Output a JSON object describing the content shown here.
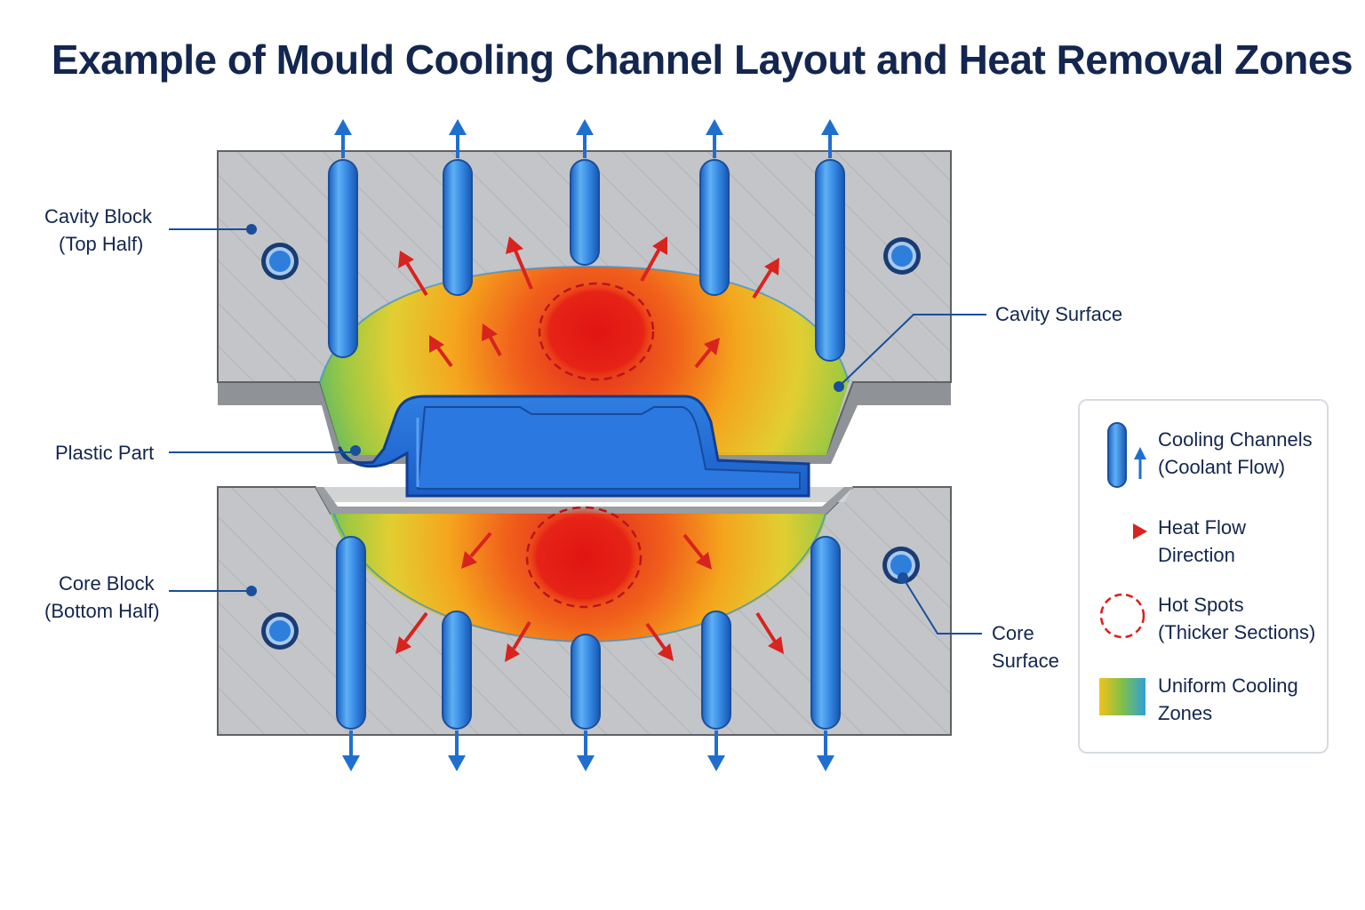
{
  "title": "Example of Mould Cooling Channel Layout and Heat Removal Zones",
  "labels": {
    "cavity_block_line1": "Cavity Block",
    "cavity_block_line2": "(Top Half)",
    "plastic_part": "Plastic Part",
    "core_block_line1": "Core Block",
    "core_block_line2": "(Bottom Half)",
    "cavity_surface": "Cavity Surface",
    "core_surface_line1": "Core",
    "core_surface_line2": "Surface"
  },
  "legend": {
    "cooling_channels_line1": "Cooling Channels",
    "cooling_channels_line2": "(Coolant Flow)",
    "heat_flow_line1": "Heat Flow",
    "heat_flow_line2": "Direction",
    "hot_spots_line1": "Hot Spots",
    "hot_spots_line2": "(Thicker Sections)",
    "uniform_cooling_line1": "Uniform Cooling",
    "uniform_cooling_line2": "Zones"
  },
  "colors": {
    "title": "#13264f",
    "steel": "#bdbfc2",
    "steel_dark": "#8e9195",
    "coolant": "#2f86e0",
    "heat_arrow": "#d8231f",
    "hot_spot": "#e01b16",
    "plastic_part": "#1f68d3",
    "leader_line": "#1a4f9c"
  },
  "icons": [
    "cooling-channel-icon",
    "heat-flow-arrow-icon",
    "hot-spot-icon",
    "uniform-cooling-swatch"
  ]
}
